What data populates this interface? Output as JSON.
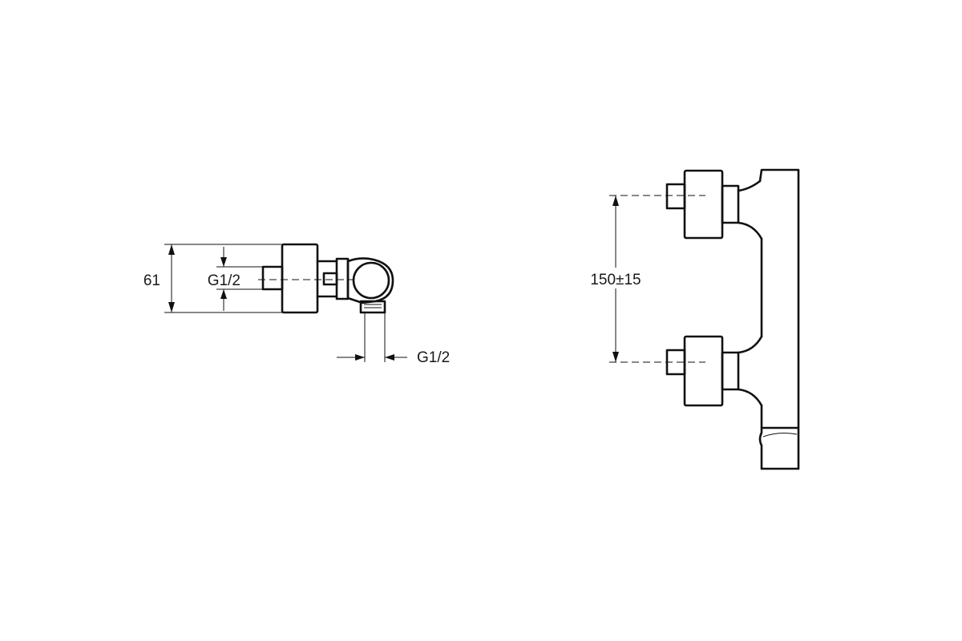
{
  "side_view": {
    "height_dimension": "61",
    "inlet_thread": "G1/2",
    "outlet_thread": "G1/2"
  },
  "front_view": {
    "inlet_spacing_dimension": "150±15"
  }
}
